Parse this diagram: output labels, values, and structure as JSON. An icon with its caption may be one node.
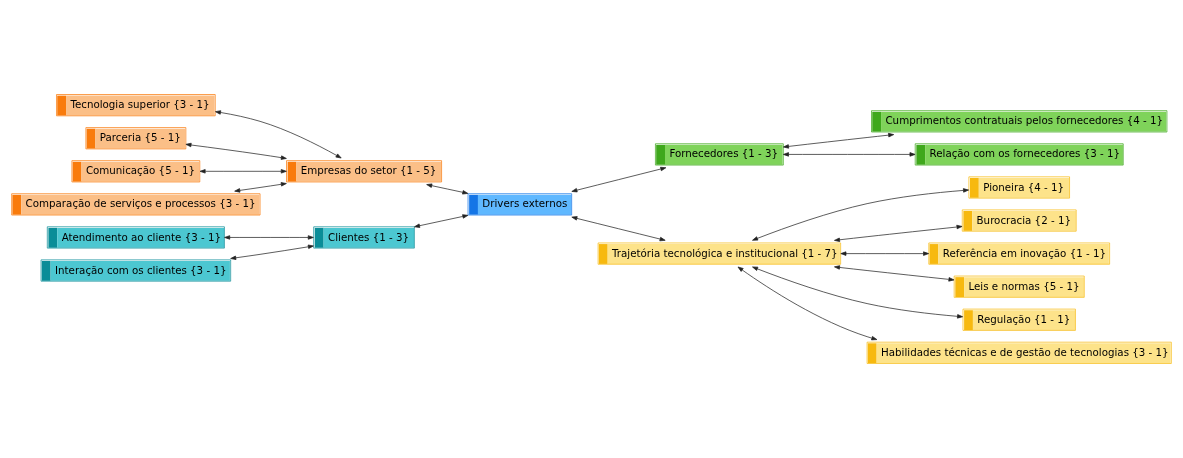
{
  "diagram": {
    "nodes": [
      {
        "text": [
          "Tecnologia superior {3 - 1}"
        ]
      },
      {
        "text": [
          "Parceria {5 - 1}"
        ]
      },
      {
        "text": [
          "Cumprimentos contratuais pelos fornecedores {4 - 1}"
        ]
      },
      {
        "text": [
          "Empresas do setor {1 - 5}"
        ]
      },
      {
        "text": [
          "Comunicação {5 - 1}"
        ]
      },
      {
        "text": [
          "Fornecedores {1 - 3}"
        ]
      },
      {
        "text": [
          "Comparação de serviços e processos {3 - 1}"
        ]
      },
      {
        "text": [
          "Relação com os fornecedores {3 - 1}"
        ]
      },
      {
        "text": [
          "Drivers externos"
        ]
      },
      {
        "text": [
          "Pioneira {4 - 1}"
        ]
      },
      {
        "text": [
          "Burocracia {2 - 1}"
        ]
      },
      {
        "text": [
          "Atendimento ao cliente {3 - 1}"
        ]
      },
      {
        "text": [
          "Referência em inovação {1 - 1}"
        ]
      },
      {
        "text": [
          "Clientes {1 - 3}"
        ]
      },
      {
        "text": [
          "Trajetória tecnológica e institucional {1 - 7}"
        ]
      },
      {
        "text": [
          "Leis e normas {5 - 1}"
        ]
      },
      {
        "text": [
          "Regulação {1 - 1}"
        ]
      },
      {
        "text": [
          "Interação com os clientes {3 - 1}"
        ]
      },
      {
        "text": [
          "Habilidades técnicas e de gestão de tecnologias {3 - 1}"
        ]
      }
    ],
    "edges": [
      {
        "from": 3,
        "to": 0,
        "arrow": "both"
      },
      {
        "from": 3,
        "to": 1,
        "arrow": "both"
      },
      {
        "from": 3,
        "to": 4,
        "arrow": "both"
      },
      {
        "from": 3,
        "to": 6,
        "arrow": "both"
      },
      {
        "from": 8,
        "to": 3,
        "arrow": "both"
      },
      {
        "from": 5,
        "to": 2,
        "arrow": "both"
      },
      {
        "from": 5,
        "to": 7,
        "arrow": "both"
      },
      {
        "from": 8,
        "to": 5,
        "arrow": "both"
      },
      {
        "from": 8,
        "to": 14,
        "arrow": "both"
      },
      {
        "from": 8,
        "to": 13,
        "arrow": "both"
      },
      {
        "from": 13,
        "to": 11,
        "arrow": "both"
      },
      {
        "from": 13,
        "to": 17,
        "arrow": "both"
      },
      {
        "from": 14,
        "to": 9,
        "arrow": "both"
      },
      {
        "from": 14,
        "to": 10,
        "arrow": "both"
      },
      {
        "from": 14,
        "to": 12,
        "arrow": "both"
      },
      {
        "from": 14,
        "to": 15,
        "arrow": "both"
      },
      {
        "from": 14,
        "to": 16,
        "arrow": "both"
      },
      {
        "from": 14,
        "to": 18,
        "arrow": "both"
      }
    ]
  }
}
